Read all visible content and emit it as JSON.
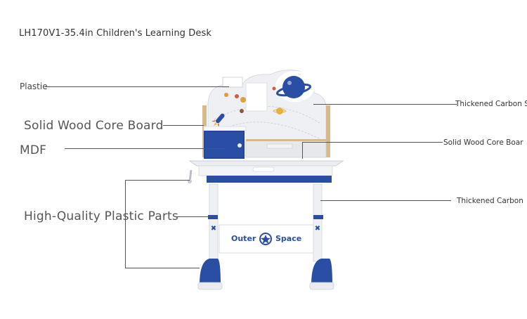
{
  "title": "LH170V1-35.4in Children's Learning Desk",
  "labels": {
    "plastic": "Plastie",
    "solid_wood_left": "Solid Wood Core Board",
    "mdf": "MDF",
    "plastic_parts": "High-Quality Plastic Parts",
    "thickened_carbon_top": "Thickened Carbon S",
    "solid_wood_right": "Solid Wood Core Boar",
    "thickened_carbon_bottom": "Thickened Carbon"
  },
  "brand": {
    "left_word": "Outer",
    "right_word": "Space"
  },
  "colors": {
    "accent_blue": "#2a4ea3",
    "wood": "#d9b98a",
    "panel": "#eceef2",
    "frame": "#f4f5f7"
  }
}
